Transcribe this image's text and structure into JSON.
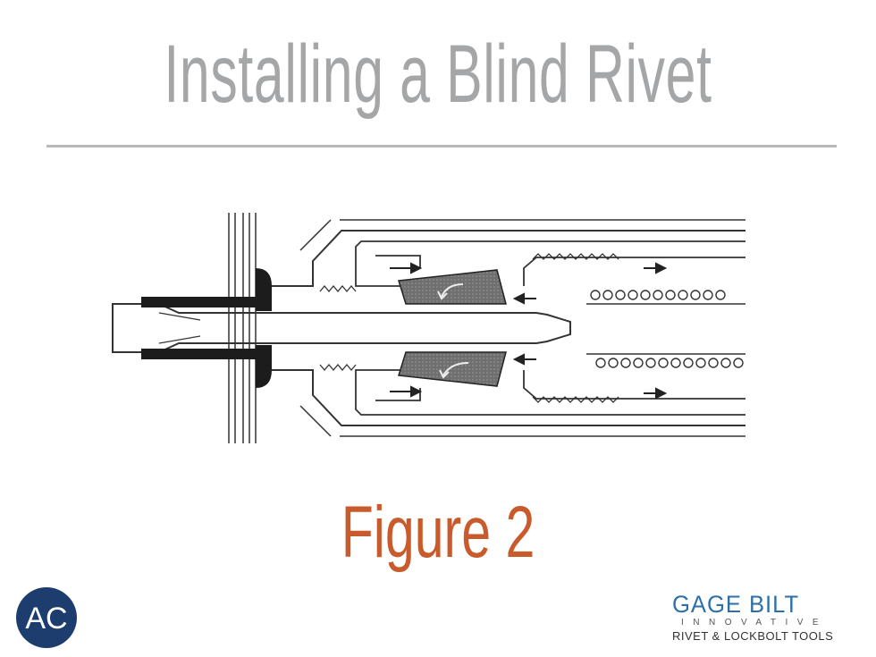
{
  "slide": {
    "title": "Installing a Blind Rivet",
    "figure_label": "Figure 2"
  },
  "logos": {
    "ac_letters": "AC",
    "gage_bilt": {
      "name": "GAGE BILT",
      "tagline1": "INNOVATIVE",
      "tagline2": "RIVET & LOCKBOLT TOOLS"
    }
  },
  "colors": {
    "title": "#a4a6a8",
    "figure_label": "#c85a2c",
    "ac_circle": "#1c3d6e",
    "gage_blue": "#2e6fa8",
    "jaw_fill": "#777777"
  }
}
